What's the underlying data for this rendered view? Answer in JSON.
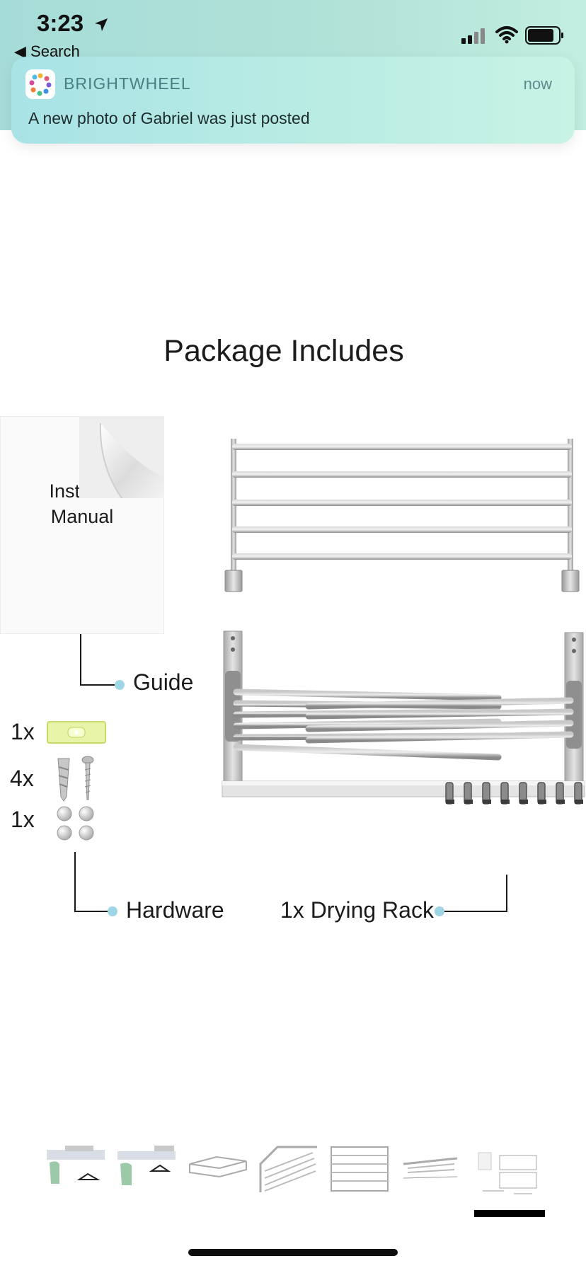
{
  "status_bar": {
    "time": "3:23",
    "back_label": "◀ Search"
  },
  "notification": {
    "app_name": "BRIGHTWHEEL",
    "time": "now",
    "message": "A new photo of Gabriel was just posted"
  },
  "product_image": {
    "heading": "Package Includes",
    "manual_label": "Installat     Manual",
    "manual_line1": "Installat",
    "manual_line2": "Manual",
    "guide_label": "Guide",
    "hardware_items": [
      {
        "qty": "1x"
      },
      {
        "qty": "4x"
      },
      {
        "qty": "1x"
      }
    ],
    "hardware_label": "Hardware",
    "rack_label": "1x Drying Rack",
    "accent_color": "#9fd6e6"
  },
  "gallery": {
    "thumbnail_count": 7,
    "selected_index": 6
  }
}
